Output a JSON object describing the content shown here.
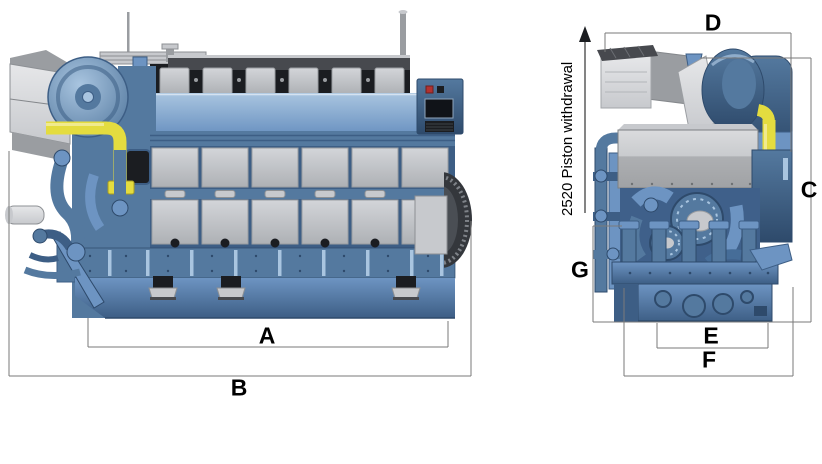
{
  "colors": {
    "background": "#ffffff",
    "dim_line": "#7a7a7a",
    "label_text": "#000000",
    "engine_blue_light": "#a9c5e0",
    "engine_blue": "#6d94c2",
    "engine_blue_mid": "#54799f",
    "engine_blue_dark": "#3d5e85",
    "engine_blue_deep": "#2e4a6b",
    "metal_light": "#e6e7e9",
    "panel_gray": "#c7c9cd",
    "panel_gray_dark": "#9a9da1",
    "rail_dark": "#47494e",
    "detail_black": "#1b1d21",
    "pipe_yellow": "#e4dc3f",
    "pipe_yellow_dark": "#a79c22"
  },
  "side_view": {
    "dimension_labels": {
      "A": "A",
      "B": "B"
    }
  },
  "front_view": {
    "dimension_labels": {
      "C": "C",
      "D": "D",
      "E": "E",
      "F": "F",
      "G": "G"
    },
    "piston_withdrawal_label": "2520 Piston withdrawal"
  }
}
